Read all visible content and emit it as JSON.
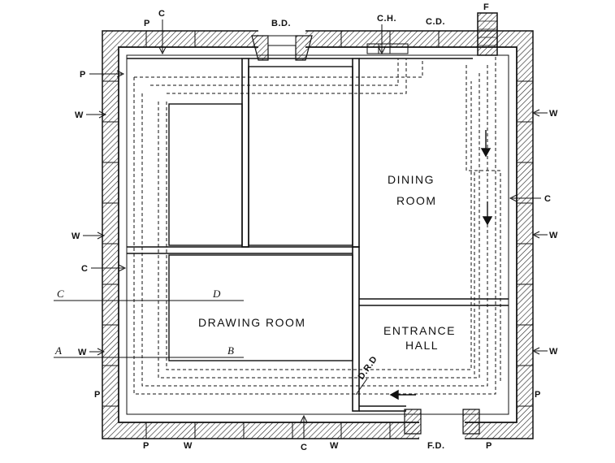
{
  "rooms": {
    "dining_1": "DINING",
    "dining_2": "ROOM",
    "drawing": "DRAWING  ROOM",
    "entrance_1": "ENTRANCE",
    "entrance_2": "HALL"
  },
  "labels": {
    "bd": "B.D.",
    "ch": "C.H.",
    "cd": "C.D.",
    "f": "F",
    "fd": "F.D.",
    "drd": "D.R.D",
    "p": "P",
    "c": "C",
    "w": "W",
    "section_c": "C",
    "section_d": "D",
    "section_a": "A",
    "section_b": "B"
  }
}
